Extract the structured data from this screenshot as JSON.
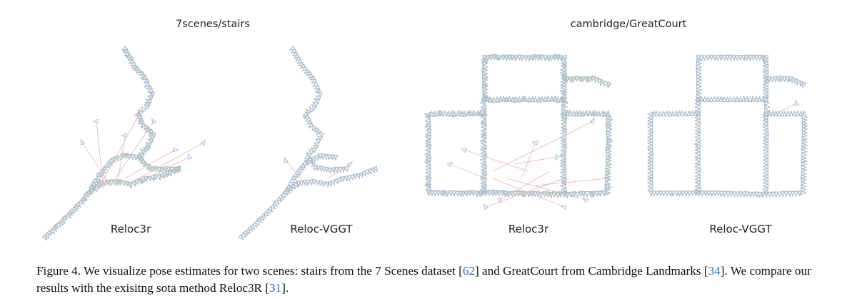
{
  "figure": {
    "groups": [
      {
        "title": "7scenes/stairs"
      },
      {
        "title": "cambridge/GreatCourt"
      }
    ],
    "panels": [
      {
        "label": "Reloc3r"
      },
      {
        "label": "Reloc-VGGT"
      },
      {
        "label": "Reloc3r"
      },
      {
        "label": "Reloc-VGGT"
      }
    ],
    "colors": {
      "ground_truth": "#a9c9a0",
      "estimate": "#a8b8e0",
      "error_line": "#f0b0b0"
    }
  },
  "caption": {
    "part1": "Figure 4. We visualize pose estimates for two scenes: stairs from the 7 Scenes dataset [",
    "ref1": "62",
    "part2": "] and GreatCourt from Cambridge Landmarks [",
    "ref2": "34",
    "part3": "]. We compare our results with the exisitng sota method Reloc3R [",
    "ref3": "31",
    "part4": "]."
  }
}
